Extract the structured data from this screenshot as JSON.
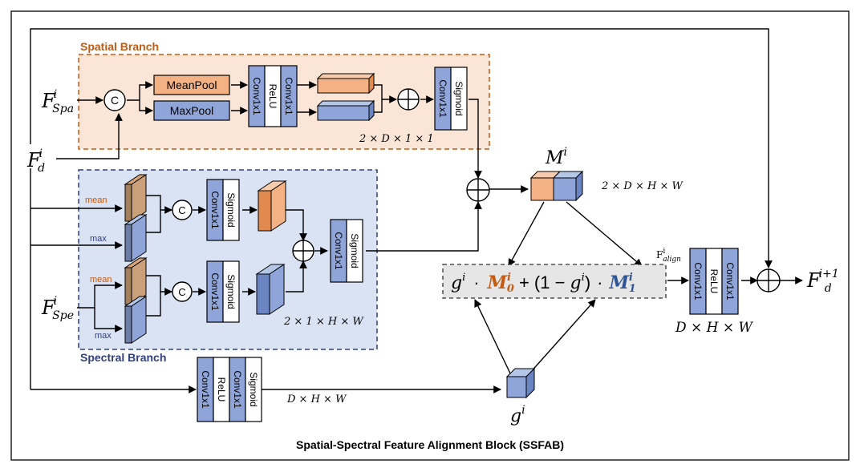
{
  "block_title": "Spatial-Spectral Feature Alignment Block  (SSFAB)",
  "branches": {
    "spatial": "Spatial Branch",
    "spectral": "Spectral Branch"
  },
  "inputs": {
    "f_spa": {
      "base": "F",
      "sup": "i",
      "sub": "Spa"
    },
    "f_d": {
      "base": "F",
      "sup": "i",
      "sub": "d"
    },
    "f_spe": {
      "base": "F",
      "sup": "i",
      "sub": "Spe"
    }
  },
  "output": {
    "base": "F",
    "sup": "i+1",
    "sub": "d"
  },
  "ops": {
    "concat": "C",
    "meanpool": "MeanPool",
    "maxpool": "MaxPool",
    "conv": "Conv1x1",
    "relu": "ReLU",
    "sigmoid": "Sigmoid",
    "mean": "mean",
    "max": "max"
  },
  "dims": {
    "spatial": "2 × D × 1 × 1",
    "m": "2 × D × H × W",
    "spectral": "2 × 1 × H × W",
    "gate": "D × H × W",
    "out": "D × H × W"
  },
  "m_label": {
    "base": "M",
    "sup": "i"
  },
  "g_label": {
    "base": "g",
    "sup": "i"
  },
  "f_align": {
    "base": "F",
    "sup": "i",
    "sub": "align"
  },
  "formula": {
    "g": "g",
    "i": "i",
    "dot": "·",
    "m0": "M",
    "sub0": "0",
    "m1": "M",
    "sub1": "1",
    "one_minus": "+ (1 − ",
    "close": ")"
  },
  "colors": {
    "spatial_fill": "#fbe5d6",
    "spatial_border": "#c55a11",
    "spectral_fill": "#dae3f3",
    "spectral_border": "#2f3f7f",
    "conv_blue": "#8fa5d9",
    "pool_orange": "#f4b183",
    "formula_fill": "#e7e6e6",
    "m0_color": "#c55a11",
    "m1_color": "#2f5597"
  }
}
